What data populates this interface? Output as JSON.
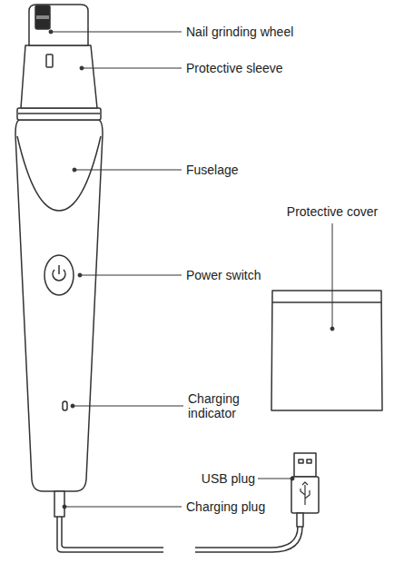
{
  "diagram": {
    "labels": [
      "Nail grinding wheel",
      "Protective sleeve",
      "Fuselage",
      "Protective cover",
      "Power switch",
      "Charging indicator",
      "USB plug",
      "Charging plug"
    ]
  }
}
